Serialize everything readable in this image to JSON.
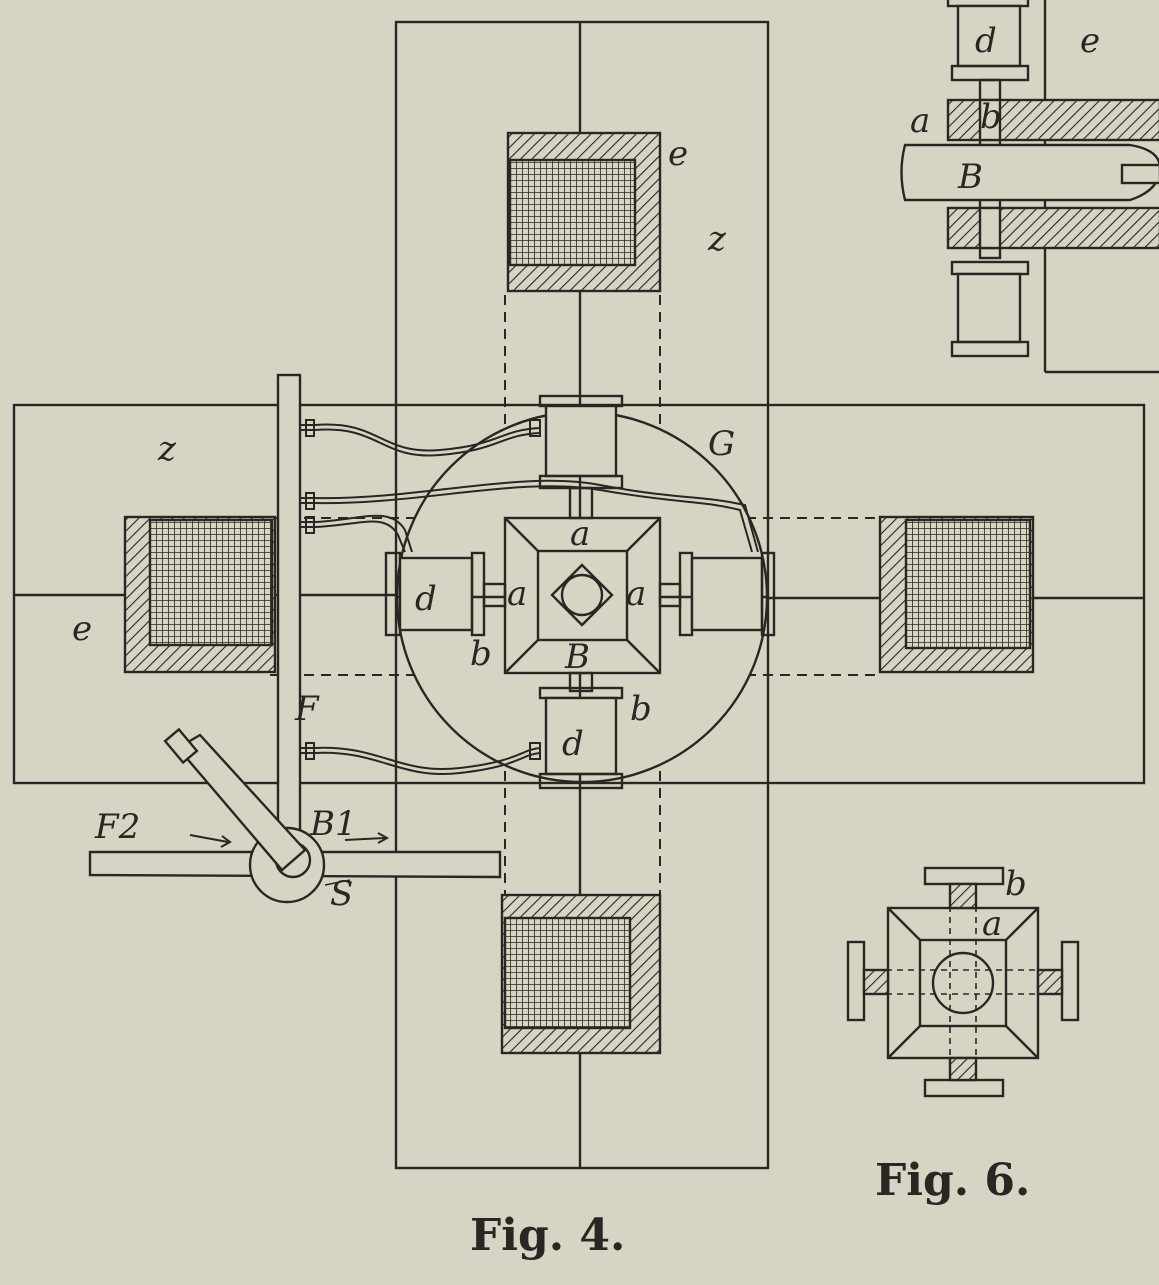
{
  "colors": {
    "paper": "#d8d4c4",
    "ink": "#2a2622"
  },
  "figures": {
    "fig4": {
      "caption": "Fig. 4.",
      "labels": {
        "e_left": "e",
        "z_left": "z",
        "z_top": "z",
        "e_top": "e",
        "g": "G",
        "a_top": "a",
        "a_left": "a",
        "a_right": "a",
        "d_left": "d",
        "d_bottom": "d",
        "b_left": "b",
        "b_bottom": "b",
        "shaft": "B",
        "f": "F",
        "f2": "F2",
        "b1": "B1",
        "s": "S"
      }
    },
    "fig5_partial": {
      "labels": {
        "d": "d",
        "e": "e",
        "a": "a",
        "b": "b",
        "shaft": "B"
      }
    },
    "fig6": {
      "caption": "Fig. 6.",
      "labels": {
        "b": "b",
        "a": "a"
      }
    }
  }
}
